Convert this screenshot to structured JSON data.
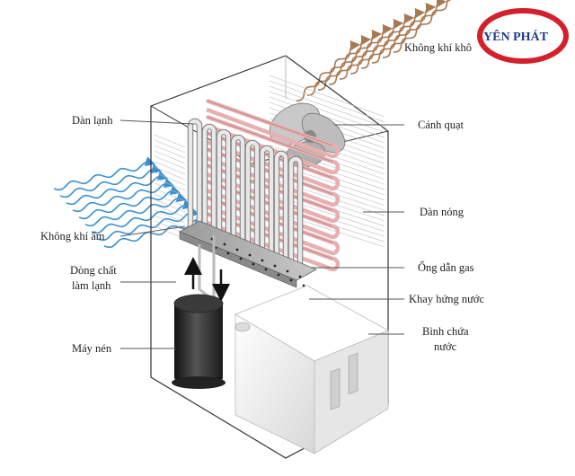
{
  "logo": {
    "text": "YÊN PHÁT",
    "color_red": "#d4202a",
    "color_blue": "#1f3a8a"
  },
  "labels": {
    "dry_air": "Không khí khô",
    "cold_coil": "Dàn lạnh",
    "fan_blade": "Cánh quạt",
    "humid_air": "Không khí ẩm",
    "hot_coil": "Dàn nóng",
    "refrigerant_line1": "Dòng chất",
    "refrigerant_line2": "làm lạnh",
    "gas_pipe": "Ống dẫn gas",
    "drip_tray": "Khay hứng nước",
    "compressor": "Máy nén",
    "water_tank_line1": "Bình chứa",
    "water_tank_line2": "nước"
  },
  "colors": {
    "dry_air_arrows": "#a87850",
    "humid_air_arrows": "#3a8fd0",
    "cold_coil": "#e8e8e8",
    "hot_coil": "#e6b0b0",
    "compressor": "#2a2a2a",
    "tank": "#f2f2f2"
  }
}
